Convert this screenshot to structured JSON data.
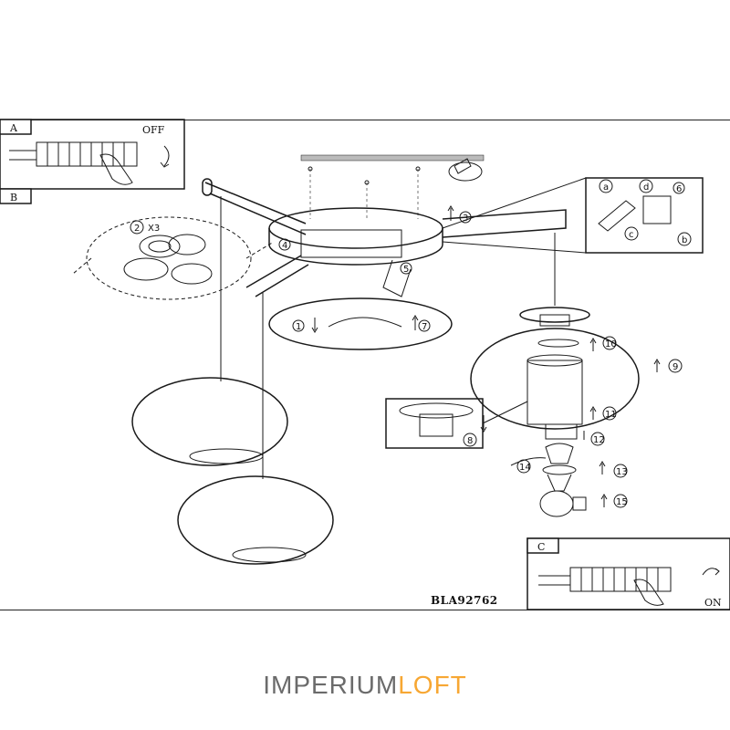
{
  "panels": {
    "a": {
      "letter": "A",
      "state": "OFF"
    },
    "b": {
      "letter": "B",
      "screw_count": "X3"
    },
    "c": {
      "letter": "C",
      "state": "ON"
    }
  },
  "steps": [
    "1",
    "2",
    "3",
    "4",
    "5",
    "6",
    "7",
    "8",
    "9",
    "10",
    "11",
    "12",
    "13",
    "14",
    "15"
  ],
  "wiring": {
    "a": "a",
    "b": "b",
    "c": "c",
    "d": "d",
    "six": "6"
  },
  "model_code": "BLA92762",
  "watermark": {
    "part1": "IMPERIUM",
    "part2": "LOFT",
    "color1": "#6b6b6b",
    "color2": "#f7a733"
  }
}
